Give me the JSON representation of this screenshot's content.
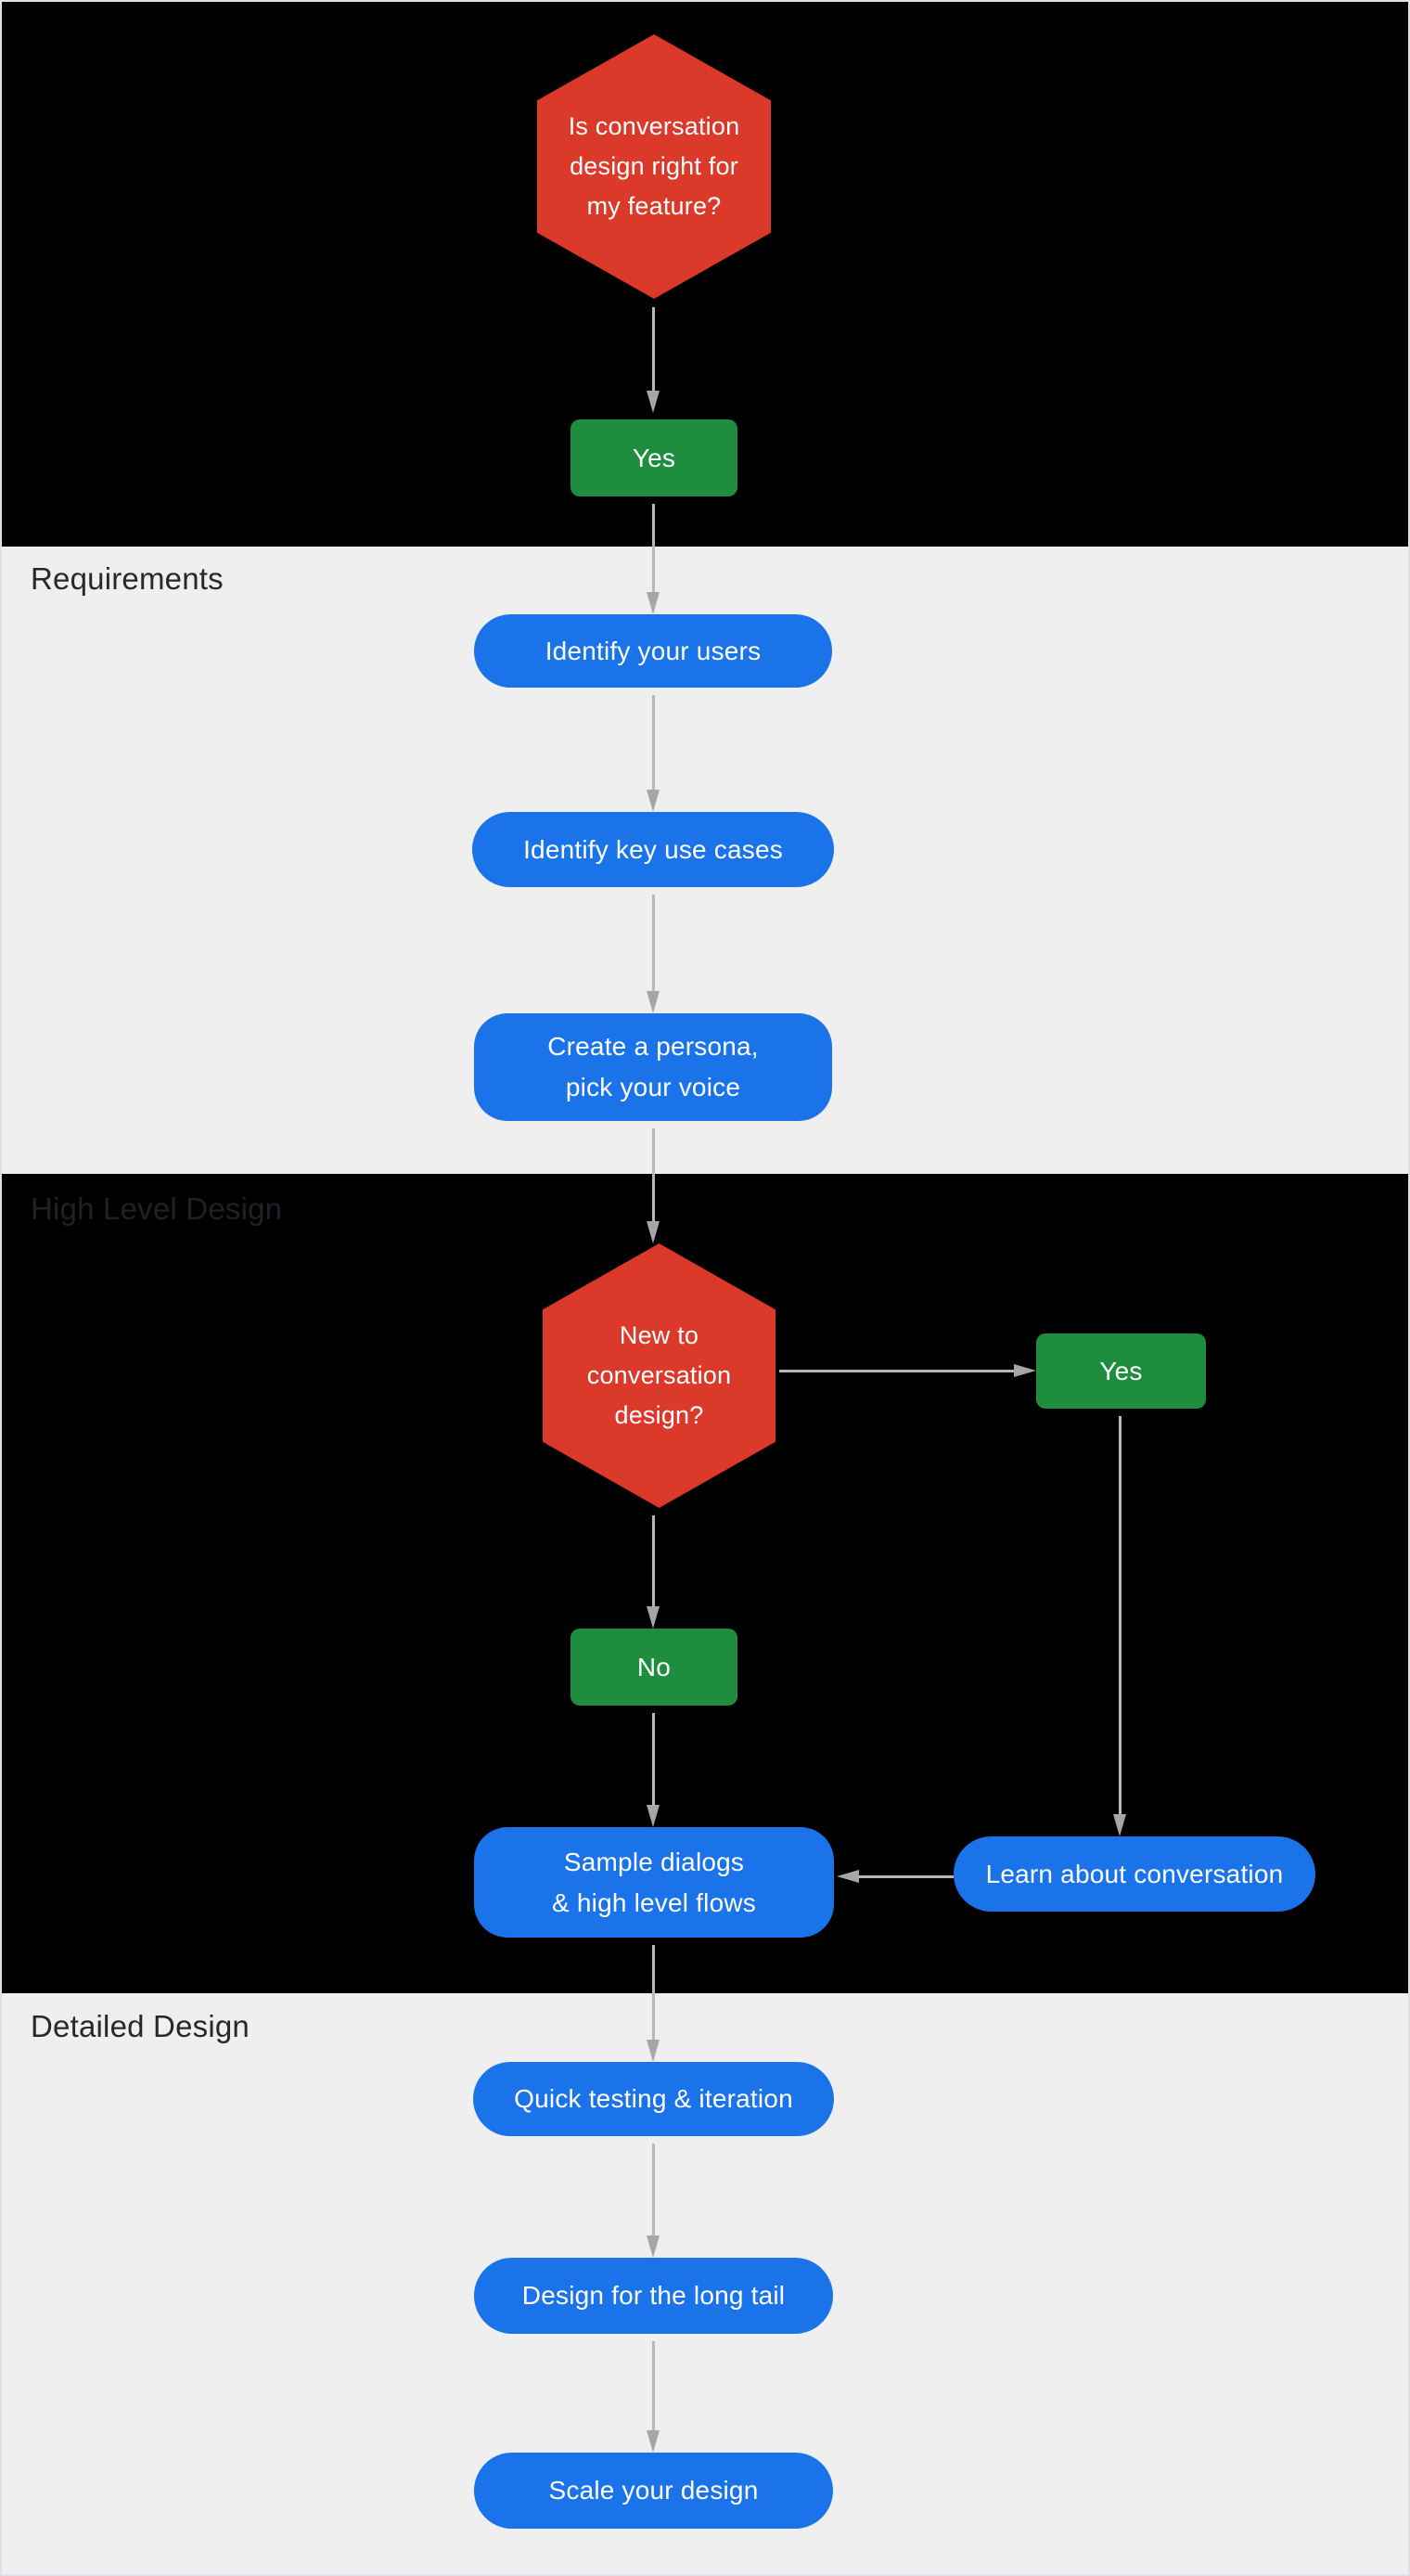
{
  "colors": {
    "decision_red": "#DB3A2B",
    "outcome_green": "#1E8E3E",
    "step_blue": "#1A73E8",
    "dark_band": "#000000",
    "light_band": "#EFEFF0",
    "node_text": "#FFFFFF",
    "section_label_text": "#26282C",
    "arrow_line": "#B7B7B7",
    "arrow_head": "#A6A6A6",
    "frame_border": "#DFE1E5"
  },
  "sections": {
    "requirements": {
      "label": "Requirements"
    },
    "high_level_design": {
      "label": "High Level Design"
    },
    "detailed_design": {
      "label": "Detailed Design"
    }
  },
  "nodes": {
    "start_decision": {
      "lines": [
        "Is conversation",
        "design right for",
        "my feature?"
      ]
    },
    "start_yes": {
      "label": "Yes"
    },
    "identify_users": {
      "label": "Identify your users"
    },
    "identify_use_cases": {
      "label": "Identify key use cases"
    },
    "create_persona": {
      "lines": [
        "Create a persona,",
        "pick your voice"
      ]
    },
    "new_to_design_decision": {
      "lines": [
        "New to",
        "conversation",
        "design?"
      ]
    },
    "new_yes": {
      "label": "Yes"
    },
    "new_no": {
      "label": "No"
    },
    "sample_dialogs": {
      "lines": [
        "Sample dialogs",
        "& high level flows"
      ]
    },
    "learn_conversation": {
      "label": "Learn about conversation"
    },
    "quick_testing": {
      "label": "Quick testing & iteration"
    },
    "long_tail": {
      "label": "Design for the long tail"
    },
    "scale_design": {
      "label": "Scale your design"
    }
  }
}
